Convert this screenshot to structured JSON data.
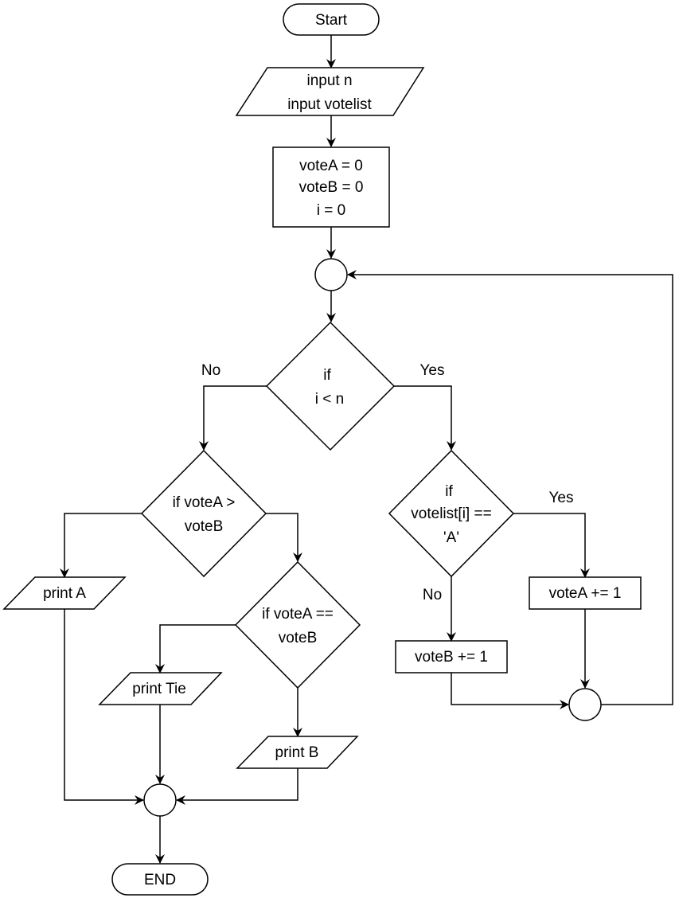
{
  "nodes": {
    "start": "Start",
    "input_n": "input n",
    "input_votelist": "input votelist",
    "init_voteA": "voteA = 0",
    "init_voteB": "voteB = 0",
    "init_i": "i = 0",
    "cond_if": "if",
    "cond_i_lt_n": "i < n",
    "cond_voteA_gt_1": "if voteA >",
    "cond_voteA_gt_2": "voteB",
    "cond_votelist_1": "if",
    "cond_votelist_2": "votelist[i] ==",
    "cond_votelist_3": "'A'",
    "cond_tie_1": "if voteA ==",
    "cond_tie_2": "voteB",
    "print_a": "print A",
    "print_tie": "print Tie",
    "print_b": "print B",
    "inc_a": "voteA += 1",
    "inc_b": "voteB += 1",
    "end": "END"
  },
  "edge_labels": {
    "no_main": "No",
    "yes_main": "Yes",
    "yes_votelist": "Yes",
    "no_votelist": "No"
  }
}
